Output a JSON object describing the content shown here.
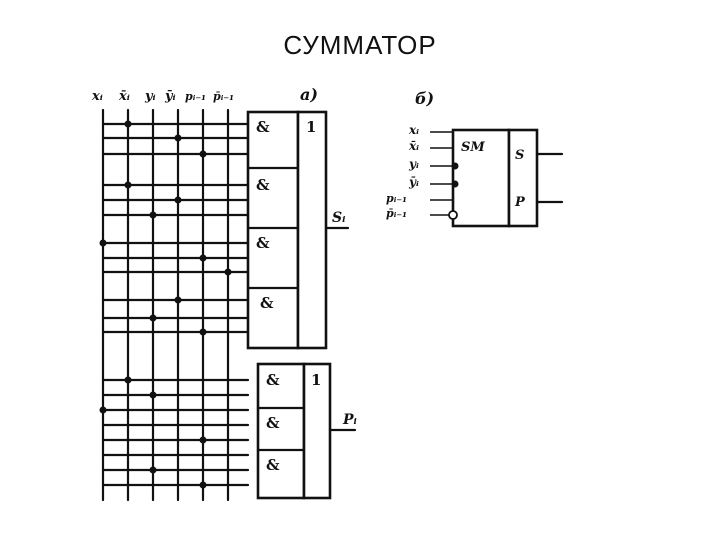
{
  "title": "СУММАТОР",
  "diagram": {
    "part_a_label": "a)",
    "part_b_label": "б)",
    "input_labels": [
      "xᵢ",
      "x̄ᵢ",
      "yᵢ",
      "ȳᵢ",
      "pᵢ₋₁",
      "p̄ᵢ₋₁"
    ],
    "and_symbol": "&",
    "or_symbol": "1",
    "sum_output": "Sᵢ",
    "carry_output": "Pᵢ",
    "sm_label": "SM",
    "sm_out_s": "S",
    "sm_out_p": "P",
    "sm_inputs": [
      "xᵢ",
      "x̄ᵢ",
      "yᵢ",
      "ȳᵢ",
      "pᵢ₋₁",
      "p̄ᵢ₋₁"
    ]
  }
}
